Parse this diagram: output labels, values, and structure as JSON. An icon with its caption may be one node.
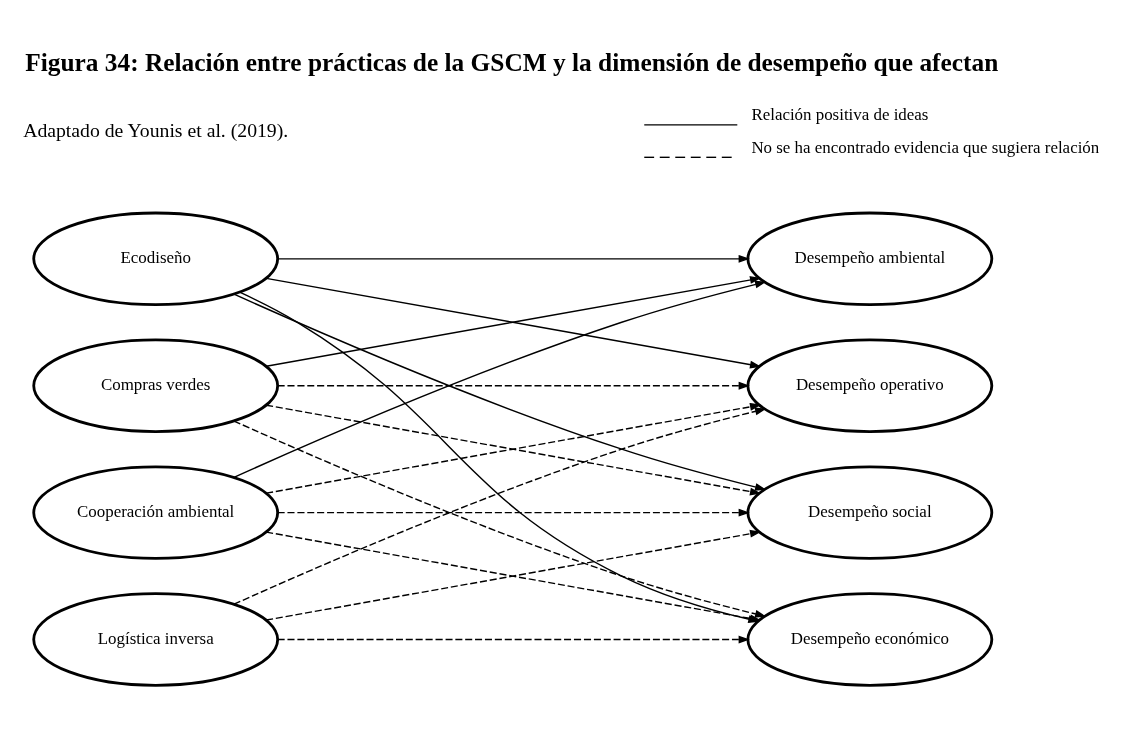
{
  "diagram": {
    "title": "Figura 34: Relación entre prácticas de la GSCM y la dimensión de desempeño que afectan",
    "caption": "Adaptado de Younis et al. (2019).",
    "nodes": [
      {
        "text": [
          "Ecodiseño"
        ]
      },
      {
        "text": [
          "Compras verdes"
        ]
      },
      {
        "text": [
          "Logística inversa"
        ]
      },
      {
        "text": [
          "Cooperación ambiental"
        ]
      },
      {
        "text": [
          "Desempeño ambiental"
        ]
      },
      {
        "text": [
          "Desempeño operativo"
        ]
      },
      {
        "text": [
          "Desempeño social"
        ]
      },
      {
        "text": [
          "Desempeño económico"
        ]
      }
    ],
    "edges": [
      {
        "from": 0,
        "to": 4,
        "arrow": "to"
      },
      {
        "from": 0,
        "to": 5,
        "arrow": "to"
      },
      {
        "from": 0,
        "to": 6,
        "arrow": "to"
      },
      {
        "from": 0,
        "to": 7,
        "arrow": "to"
      },
      {
        "from": 1,
        "to": 4,
        "arrow": "to"
      },
      {
        "from": 1,
        "to": 5,
        "arrow": "to",
        "style": "dashed"
      },
      {
        "from": 1,
        "to": 6,
        "arrow": "to",
        "style": "dashed"
      },
      {
        "from": 1,
        "to": 7,
        "arrow": "to",
        "style": "dashed"
      },
      {
        "from": 2,
        "to": 5,
        "arrow": "to",
        "style": "dashed"
      },
      {
        "from": 2,
        "to": 6,
        "arrow": "to",
        "style": "dashed"
      },
      {
        "from": 2,
        "to": 7,
        "arrow": "to",
        "style": "dashed"
      },
      {
        "from": 3,
        "to": 4,
        "arrow": "to"
      },
      {
        "from": 3,
        "to": 5,
        "arrow": "to",
        "style": "dashed"
      },
      {
        "from": 3,
        "to": 6,
        "arrow": "to",
        "style": "dashed"
      },
      {
        "from": 3,
        "to": 7,
        "arrow": "to",
        "style": "dashed"
      }
    ],
    "legend": [
      {
        "text": "Relación positiva de ideas"
      },
      {
        "text": "No se ha encontrado evidencia que sugiera relación"
      }
    ]
  }
}
